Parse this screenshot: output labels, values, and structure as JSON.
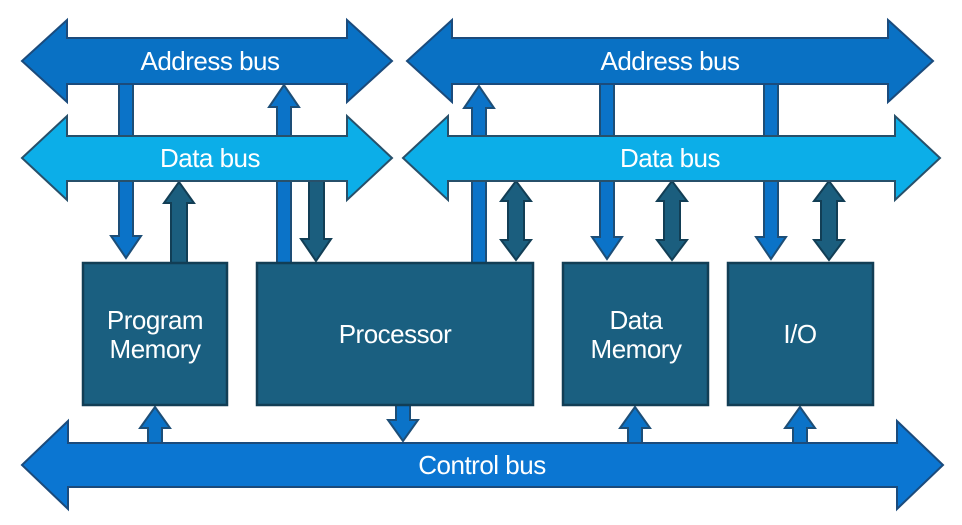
{
  "buses": {
    "address_left": {
      "label": "Address bus"
    },
    "data_left": {
      "label": "Data bus"
    },
    "address_right": {
      "label": "Address bus"
    },
    "data_right": {
      "label": "Data bus"
    },
    "control": {
      "label": "Control bus"
    }
  },
  "blocks": {
    "program_memory": {
      "line1": "Program",
      "line2": "Memory"
    },
    "processor": {
      "label": "Processor"
    },
    "data_memory": {
      "line1": "Data",
      "line2": "Memory"
    },
    "io": {
      "label": "I/O"
    }
  },
  "colors": {
    "bus_blue": "#0971c4",
    "bus_cyan": "#0caee8",
    "bus_control_blue": "#0b76d2",
    "arrow_blue": "#0b73c8",
    "arrow_teal": "#1b5e7e",
    "block_teal": "#1a5f80",
    "outline_navy": "#1d4e77",
    "outline_teal_dark": "#123e55",
    "bus_outline_navy": "#1b4b7c",
    "cyan_outline": "#27506a",
    "label_white": "#ffffff"
  },
  "connections": [
    {
      "from": "address-bus-left",
      "to": "program-memory",
      "direction": "down",
      "style": "blue"
    },
    {
      "from": "program-memory",
      "to": "data-bus-left",
      "direction": "up",
      "style": "teal"
    },
    {
      "from": "processor",
      "to": "address-bus-left",
      "direction": "up",
      "style": "blue"
    },
    {
      "from": "data-bus-left",
      "to": "processor",
      "direction": "down",
      "style": "teal"
    },
    {
      "from": "processor",
      "to": "address-bus-right",
      "direction": "up",
      "style": "blue"
    },
    {
      "from": "processor",
      "to": "data-bus-right",
      "direction": "both",
      "style": "teal"
    },
    {
      "from": "address-bus-right",
      "to": "data-memory",
      "direction": "down",
      "style": "blue"
    },
    {
      "from": "data-memory",
      "to": "data-bus-right",
      "direction": "both",
      "style": "teal"
    },
    {
      "from": "address-bus-right",
      "to": "io",
      "direction": "down",
      "style": "blue"
    },
    {
      "from": "io",
      "to": "data-bus-right",
      "direction": "both",
      "style": "teal"
    },
    {
      "from": "control-bus",
      "to": "program-memory",
      "direction": "up",
      "style": "blue"
    },
    {
      "from": "processor",
      "to": "control-bus",
      "direction": "down",
      "style": "blue"
    },
    {
      "from": "control-bus",
      "to": "data-memory",
      "direction": "up",
      "style": "blue"
    },
    {
      "from": "control-bus",
      "to": "io",
      "direction": "up",
      "style": "blue"
    }
  ]
}
